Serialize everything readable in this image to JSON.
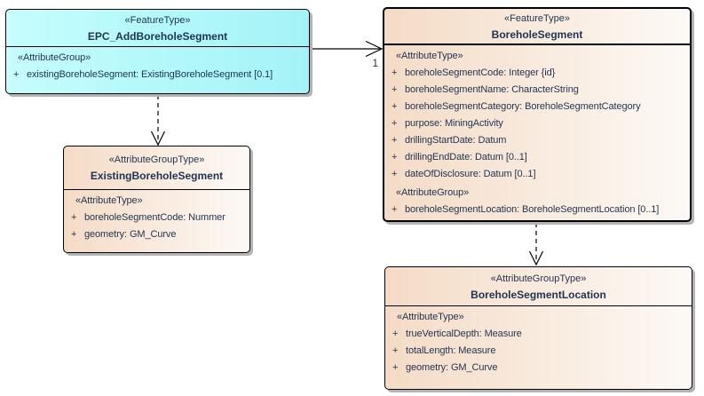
{
  "diagram": {
    "kind": "UML class diagram",
    "colors": {
      "feature_type_fill_from": "#c6fdfd",
      "feature_type_fill_to": "#a4f2f7",
      "attribute_group_type_fill_from": "#f4dbc6",
      "attribute_group_type_fill_to": "#fdf9f6",
      "border": "#000000",
      "shadow": "#b4b4b4",
      "text": "#1f3352"
    }
  },
  "classes": [
    {
      "stereotype": "«FeatureType»",
      "name": "EPC_AddBoreholeSegment",
      "rows": [
        {
          "type": "stereotype",
          "text": "«AttributeGroup»"
        },
        {
          "type": "attribute",
          "visibility": "+",
          "text": "existingBoreholeSegment: ExistingBoreholeSegment [0.1]"
        }
      ]
    },
    {
      "stereotype": "«FeatureType»",
      "name": "BoreholeSegment",
      "rows": [
        {
          "type": "stereotype",
          "text": "«AttributeType»"
        },
        {
          "type": "attribute",
          "visibility": "+",
          "text": "boreholeSegmentCode: Integer {id}"
        },
        {
          "type": "attribute",
          "visibility": "+",
          "text": "boreholeSegmentName: CharacterString"
        },
        {
          "type": "attribute",
          "visibility": "+",
          "text": "boreholeSegmentCategory: BoreholeSegmentCategory"
        },
        {
          "type": "attribute",
          "visibility": "+",
          "text": "purpose: MiningActivity"
        },
        {
          "type": "attribute",
          "visibility": "+",
          "text": "drillingStartDate: Datum"
        },
        {
          "type": "attribute",
          "visibility": "+",
          "text": "drillingEndDate: Datum [0..1]"
        },
        {
          "type": "attribute",
          "visibility": "+",
          "text": "dateOfDisclosure: Datum [0..1]"
        },
        {
          "type": "stereotype",
          "text": "«AttributeGroup»"
        },
        {
          "type": "attribute",
          "visibility": "+",
          "text": "boreholeSegmentLocation: BoreholeSegmentLocation [0..1]"
        }
      ]
    },
    {
      "stereotype": "«AttributeGroupType»",
      "name": "ExistingBoreholeSegment",
      "rows": [
        {
          "type": "stereotype",
          "text": "«AttributeType»"
        },
        {
          "type": "attribute",
          "visibility": "+",
          "text": "boreholeSegmentCode: Nummer"
        },
        {
          "type": "attribute",
          "visibility": "+",
          "text": "geometry: GM_Curve"
        }
      ]
    },
    {
      "stereotype": "«AttributeGroupType»",
      "name": "BoreholeSegmentLocation",
      "rows": [
        {
          "type": "stereotype",
          "text": "«AttributeType»"
        },
        {
          "type": "attribute",
          "visibility": "+",
          "text": "trueVerticalDepth: Measure"
        },
        {
          "type": "attribute",
          "visibility": "+",
          "text": "totalLength: Measure"
        },
        {
          "type": "attribute",
          "visibility": "+",
          "text": "geometry: GM_Curve"
        }
      ]
    }
  ],
  "connectors": [
    {
      "type": "association",
      "source": "EPC_AddBoreholeSegment",
      "target": "BoreholeSegment",
      "target_multiplicity": "1",
      "line": "solid",
      "arrowhead": "open"
    },
    {
      "type": "dependency",
      "source": "EPC_AddBoreholeSegment",
      "target": "ExistingBoreholeSegment",
      "line": "dashed",
      "arrowhead": "open"
    },
    {
      "type": "dependency",
      "source": "BoreholeSegment",
      "target": "BoreholeSegmentLocation",
      "line": "dashed",
      "arrowhead": "open"
    }
  ]
}
